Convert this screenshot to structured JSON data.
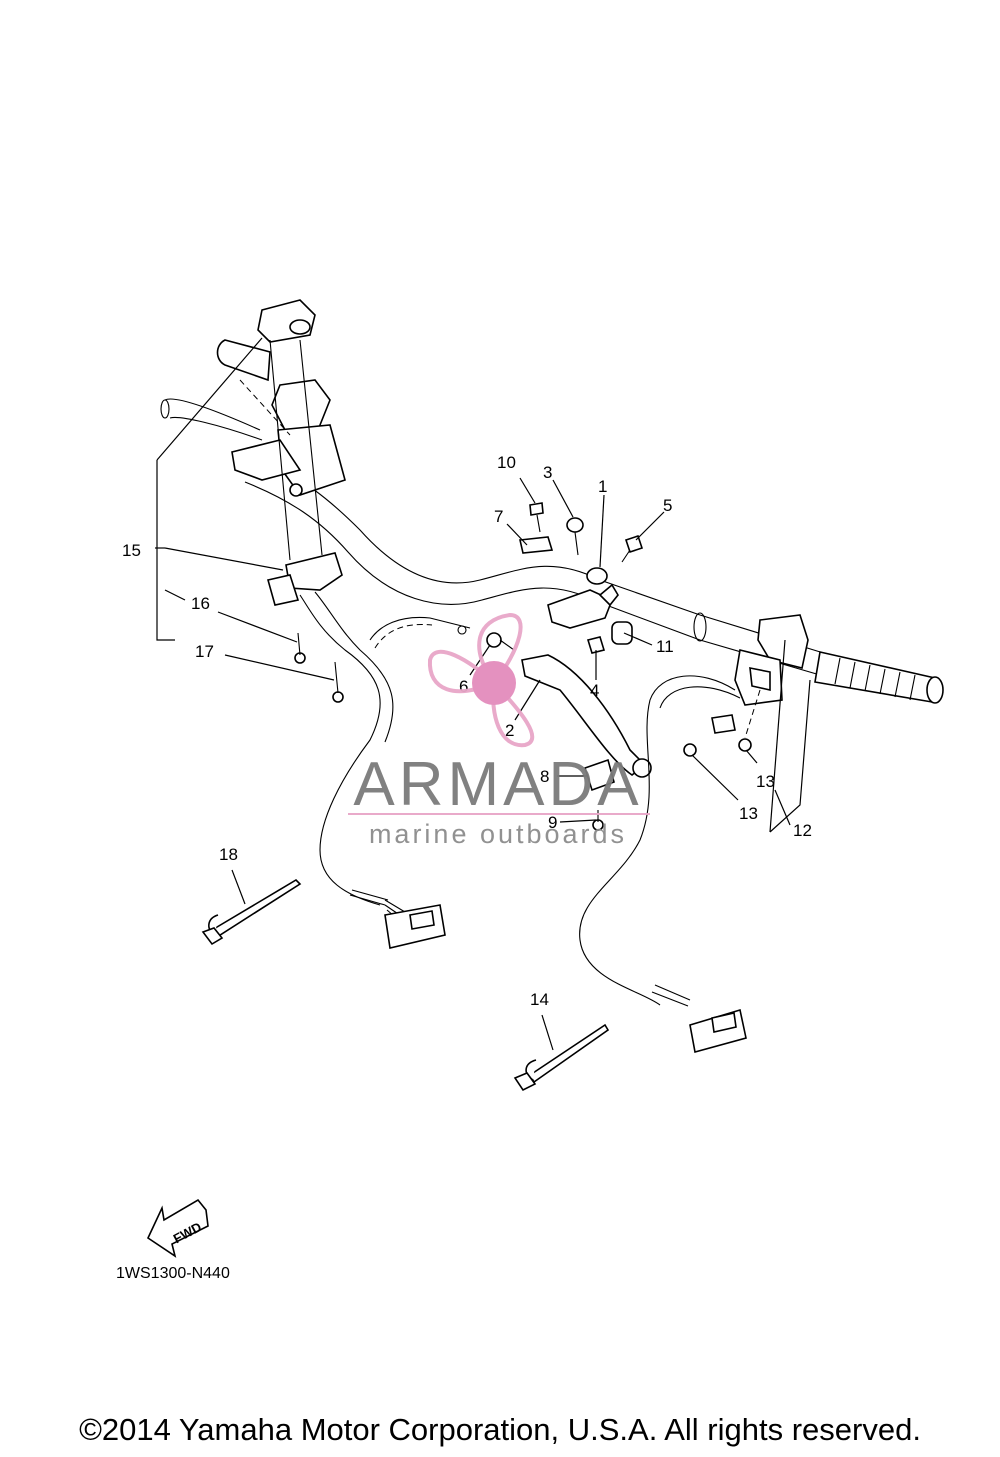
{
  "callouts": [
    "1",
    "2",
    "3",
    "4",
    "5",
    "6",
    "7",
    "8",
    "9",
    "10",
    "11",
    "12",
    "13",
    "13",
    "14",
    "15",
    "16",
    "17",
    "18"
  ],
  "fwd_label": "FWD",
  "drawing_code": "1WS1300-N440",
  "watermark": {
    "brand": "ARMADA",
    "tagline": "marine outboards",
    "colors": {
      "brand_text": "#7b7b7b",
      "tagline_text": "#8c8c8c",
      "logo": "#e8a6c8",
      "logo_center": "#e38cbc"
    }
  },
  "copyright": "©2014 Yamaha Motor Corporation, U.S.A. All rights reserved."
}
